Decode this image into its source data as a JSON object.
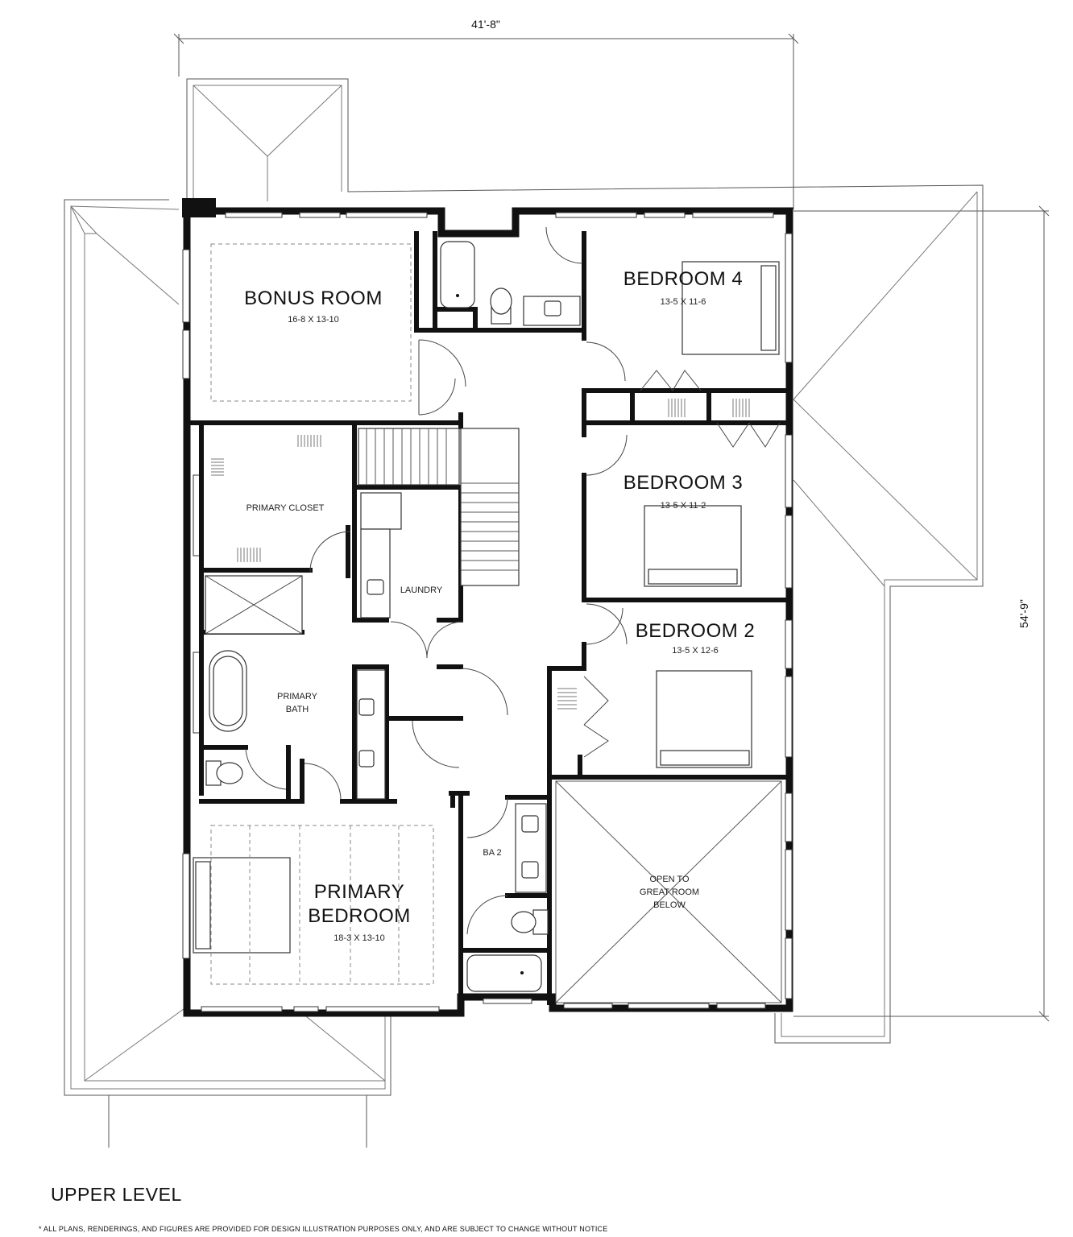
{
  "dimensions": {
    "width_label": "41'-8\"",
    "depth_label": "54'-9\""
  },
  "rooms": {
    "bonus_room": {
      "name": "BONUS ROOM",
      "size": "16-8 X 13-10"
    },
    "bedroom_4": {
      "name": "BEDROOM 4",
      "size": "13-5 X 11-6"
    },
    "bedroom_3": {
      "name": "BEDROOM 3",
      "size": "13-5 X 11-2"
    },
    "bedroom_2": {
      "name": "BEDROOM 2",
      "size": "13-5 X 12-6"
    },
    "primary_closet": {
      "name": "PRIMARY CLOSET"
    },
    "laundry": {
      "name": "LAUNDRY"
    },
    "primary_bath": {
      "line1": "PRIMARY",
      "line2": "BATH"
    },
    "primary_bedroom": {
      "line1": "PRIMARY",
      "line2": "BEDROOM",
      "size": "18-3 X 13-10"
    },
    "ba_2": {
      "name": "BA 2"
    },
    "open_to_great_room": {
      "line1": "OPEN TO",
      "line2": "GREAT ROOM",
      "line3": "BELOW"
    }
  },
  "footer": {
    "level_title": "UPPER LEVEL",
    "disclaimer": "* ALL PLANS, RENDERINGS, AND FIGURES ARE PROVIDED FOR DESIGN ILLUSTRATION PURPOSES ONLY, AND ARE SUBJECT TO CHANGE WITHOUT NOTICE"
  }
}
